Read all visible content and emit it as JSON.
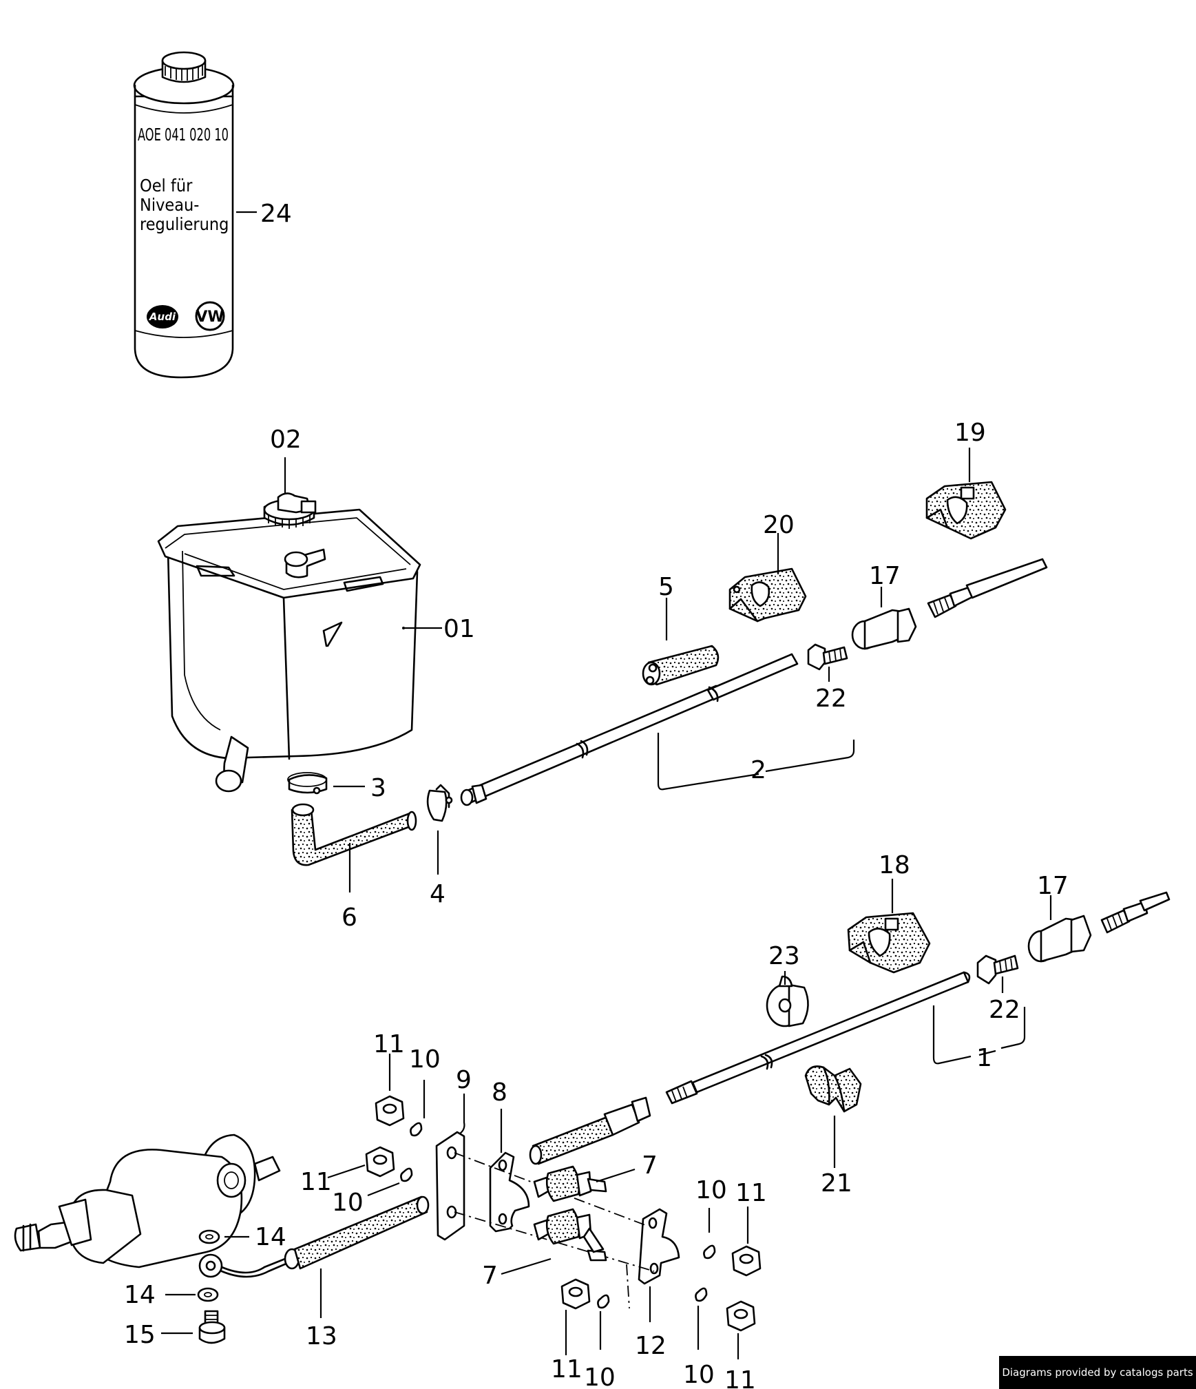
{
  "can": {
    "part_number": "AOE 041 020 10",
    "label_line1": "Oel für",
    "label_line2": "Niveau-",
    "label_line3": "regulierung",
    "logo_left": "Audi",
    "logo_right": "VW"
  },
  "callouts": {
    "c01": "01",
    "c02": "02",
    "c1": "1",
    "c2": "2",
    "c3": "3",
    "c4": "4",
    "c5": "5",
    "c6": "6",
    "c7": "7",
    "c8": "8",
    "c9": "9",
    "c10": "10",
    "c11": "11",
    "c12": "12",
    "c13": "13",
    "c14": "14",
    "c15": "15",
    "c17": "17",
    "c18": "18",
    "c19": "19",
    "c20": "20",
    "c21": "21",
    "c22": "22",
    "c23": "23",
    "c24": "24"
  },
  "credit": "Diagrams provided by catalogs parts"
}
